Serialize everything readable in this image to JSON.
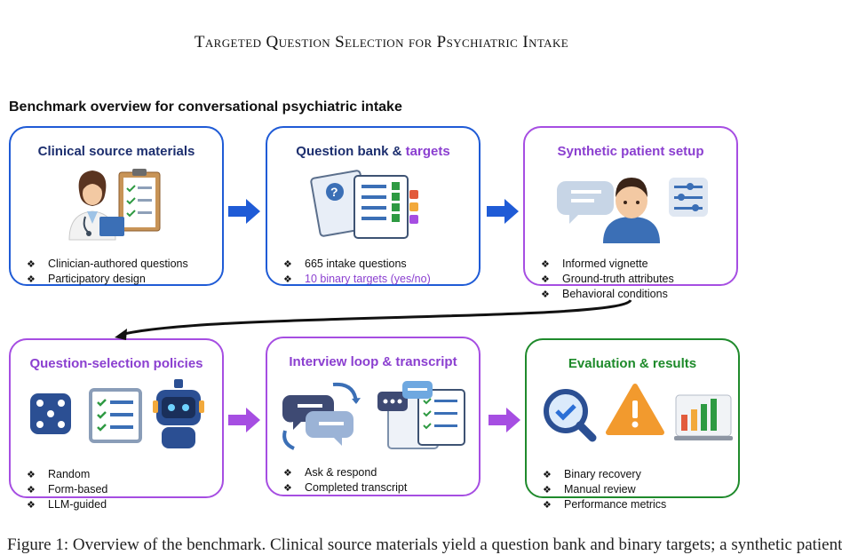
{
  "header": {
    "title": "Targeted Question Selection for Psychiatric Intake"
  },
  "section": {
    "title": "Benchmark overview for conversational psychiatric intake"
  },
  "cards": [
    {
      "title": "Clinical source materials",
      "bullets": [
        "Clinician-authored questions",
        "Participatory design"
      ]
    },
    {
      "title_main": "Question bank & ",
      "title_accent": "targets",
      "bullets": [
        "665 intake questions",
        "10 binary targets (yes/no)"
      ]
    },
    {
      "title": "Synthetic patient setup",
      "bullets": [
        "Informed vignette",
        "Ground-truth attributes",
        "Behavioral conditions"
      ]
    },
    {
      "title": "Question-selection policies",
      "bullets": [
        "Random",
        "Form-based",
        "LLM-guided"
      ]
    },
    {
      "title": "Interview loop & transcript",
      "bullets": [
        "Ask & respond",
        "Completed transcript"
      ]
    },
    {
      "title": "Evaluation & results",
      "bullets": [
        "Binary recovery",
        "Manual review",
        "Performance metrics"
      ]
    }
  ],
  "bullet_glyph": "❖",
  "colors": {
    "blue": "#1f5bd6",
    "purple": "#a64ee2",
    "green": "#1f8a2c"
  },
  "icons": [
    "doctor-with-clipboard-icon",
    "question-documents-icon",
    "patient-chat-icon",
    "dice-icon",
    "form-icon",
    "robot-icon",
    "chat-loop-icon",
    "transcript-icon",
    "magnifier-check-icon",
    "warning-icon",
    "bar-chart-icon"
  ],
  "caption": "Figure 1: Overview of the benchmark. Clinical source materials yield a question bank and binary targets; a synthetic patient"
}
